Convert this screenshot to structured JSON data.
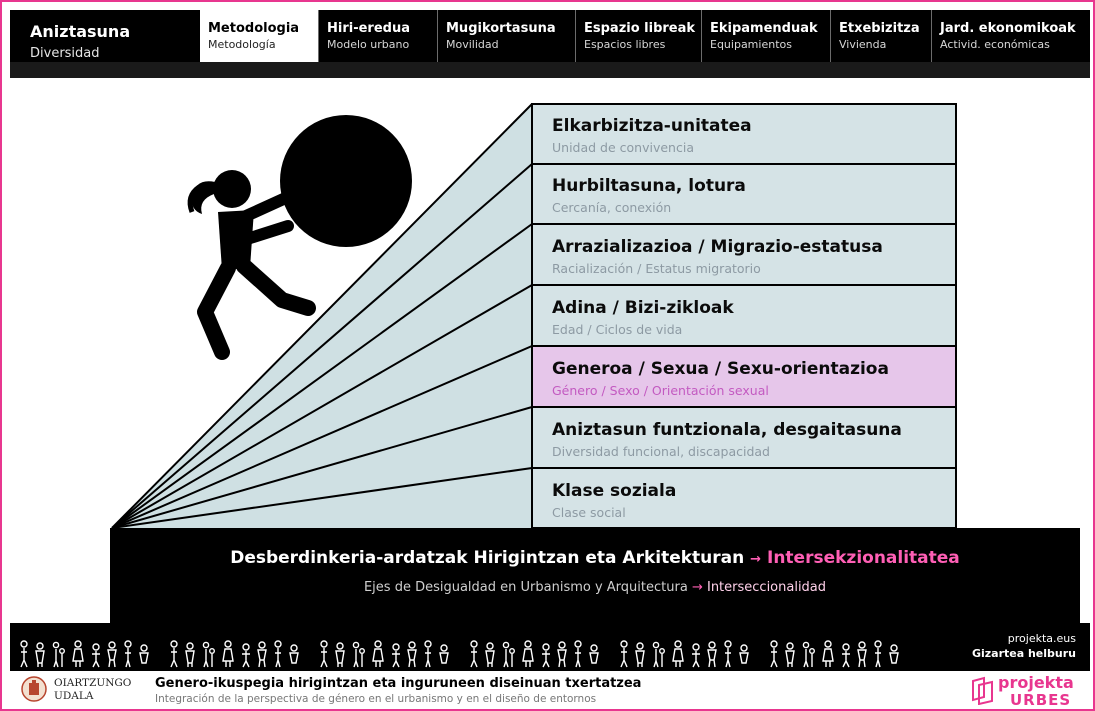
{
  "header": {
    "title": "Aniztasuna",
    "subtitle": "Diversidad",
    "tabs": [
      {
        "eu": "Metodologia",
        "es": "Metodología",
        "active": true
      },
      {
        "eu": "Hiri-eredua",
        "es": "Modelo urbano",
        "active": false
      },
      {
        "eu": "Mugikortasuna",
        "es": "Movilidad",
        "active": false
      },
      {
        "eu": "Espazio libreak",
        "es": "Espacios libres",
        "active": false
      },
      {
        "eu": "Ekipamenduak",
        "es": "Equipamientos",
        "active": false
      },
      {
        "eu": "Etxebizitza",
        "es": "Vivienda",
        "active": false
      },
      {
        "eu": "Jard. ekonomikoak",
        "es": "Activid. económicas",
        "active": false
      }
    ]
  },
  "diagram": {
    "rows": [
      {
        "eu": "Elkarbizitza-unitatea",
        "es": "Unidad de convivencia",
        "highlight": false
      },
      {
        "eu": "Hurbiltasuna, lotura",
        "es": "Cercanía, conexión",
        "highlight": false
      },
      {
        "eu": "Arrazializazioa / Migrazio-estatusa",
        "es": "Racialización / Estatus migratorio",
        "highlight": false
      },
      {
        "eu": "Adina / Bizi-zikloak",
        "es": "Edad / Ciclos de vida",
        "highlight": false
      },
      {
        "eu": "Generoa / Sexua / Sexu-orientazioa",
        "es": "Género / Sexo / Orientación sexual",
        "highlight": true
      },
      {
        "eu": "Aniztasun funtzionala, desgaitasuna",
        "es": "Diversidad funcional, discapacidad",
        "highlight": false
      },
      {
        "eu": "Klase soziala",
        "es": "Clase social",
        "highlight": false
      }
    ],
    "base": {
      "line1": "Desberdinkeria-ardatzak Hirigintzan eta Arkitekturan",
      "line1_highlight": "Intersekzionalitatea",
      "line2": "Ejes de Desigualdad en Urbanismo y Arquitectura",
      "line2_highlight": "Interseccionalidad",
      "arrow": "→"
    }
  },
  "strip": {
    "site": "projekta.eus",
    "tagline": "Gizartea helburu"
  },
  "footer": {
    "municipality_line1": "OIARTZUNGO",
    "municipality_line2": "UDALA",
    "title": "Genero-ikuspegia hirigintzan eta inguruneen diseinuan txertatzea",
    "subtitle": "Integración de la perspectiva de género en el urbanismo y en el diseño de entornos",
    "logo_line1": "projekta",
    "logo_line2": "URBES"
  },
  "colors": {
    "accent_pink": "#e8368f",
    "row_fill": "#d5e3e6",
    "row_highlight": "#e6c6ea",
    "dark": "#000000"
  }
}
